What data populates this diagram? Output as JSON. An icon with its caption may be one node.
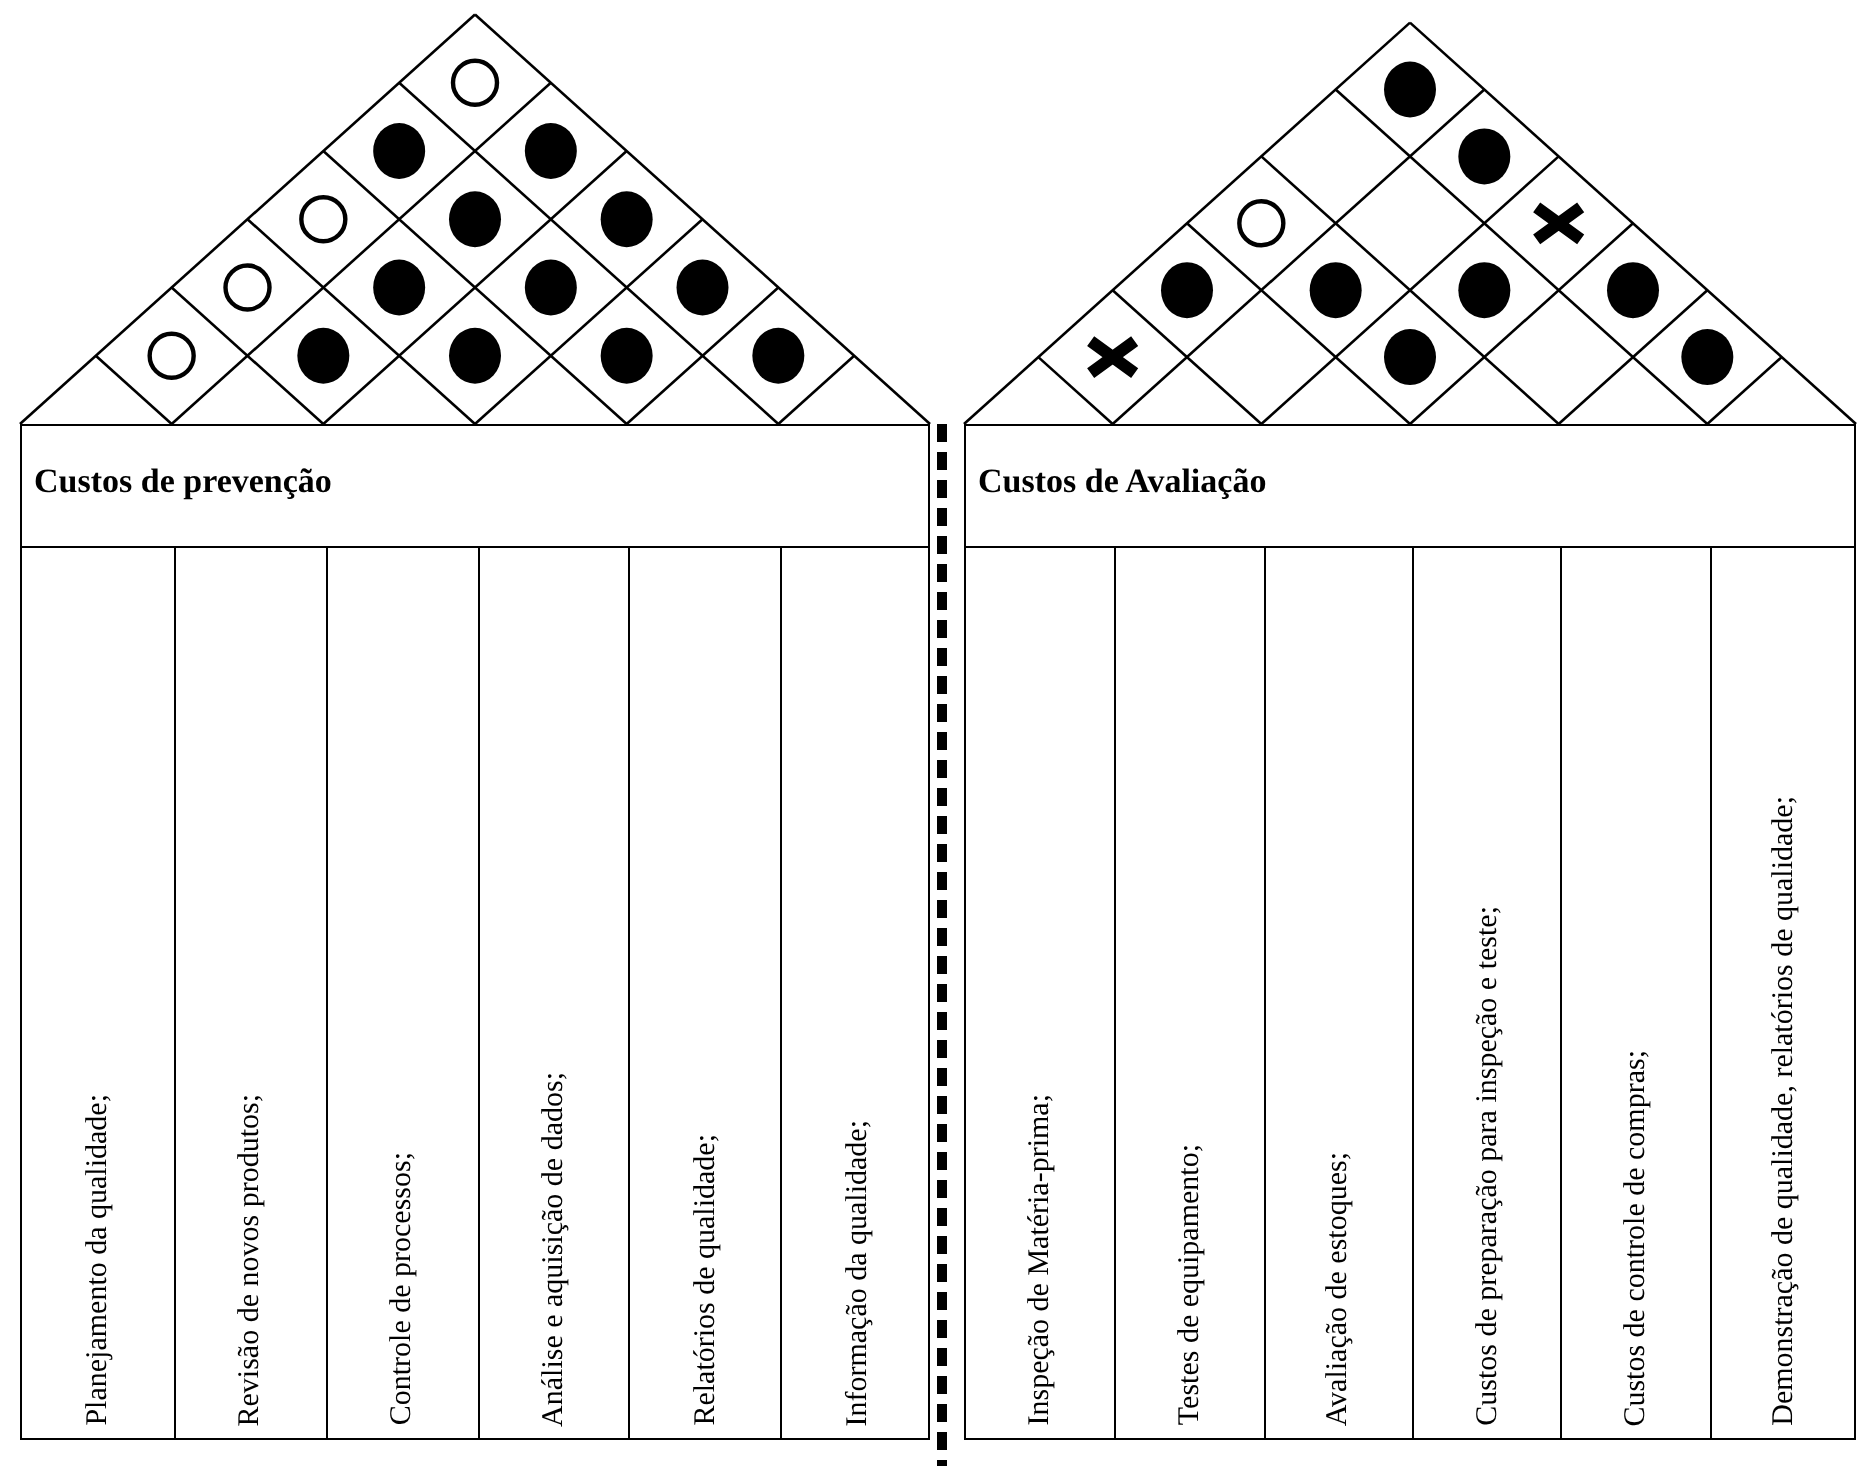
{
  "diagram": {
    "nodes": [
      {
        "text": [
          "Custos de prevenção"
        ]
      },
      {
        "text": [
          "Planejamento da qualidade;"
        ],
        "in": 0
      },
      {
        "text": [
          "Revisão de novos produtos;"
        ],
        "in": 0
      },
      {
        "text": [
          "Controle de processos;"
        ],
        "in": 0
      },
      {
        "text": [
          "Análise e aquisição de dados;"
        ],
        "in": 0
      },
      {
        "text": [
          "Relatórios de qualidade;"
        ],
        "in": 0
      },
      {
        "text": [
          "Informação da qualidade;"
        ],
        "in": 0
      },
      {
        "text": [
          "Custos de Avaliação"
        ]
      },
      {
        "text": [
          "Inspeção de Matéria-prima;"
        ],
        "in": 7
      },
      {
        "text": [
          "Testes de equipamento;"
        ],
        "in": 7
      },
      {
        "text": [
          "Avaliação de estoques;"
        ],
        "in": 7
      },
      {
        "text": [
          "Custos de preparação para inspeção e teste;"
        ],
        "in": 7
      },
      {
        "text": [
          "Custos de controle de compras;"
        ],
        "in": 7
      },
      {
        "text": [
          "Demonstração de qualidade, relatórios de qualidade;"
        ],
        "in": 7
      }
    ]
  }
}
